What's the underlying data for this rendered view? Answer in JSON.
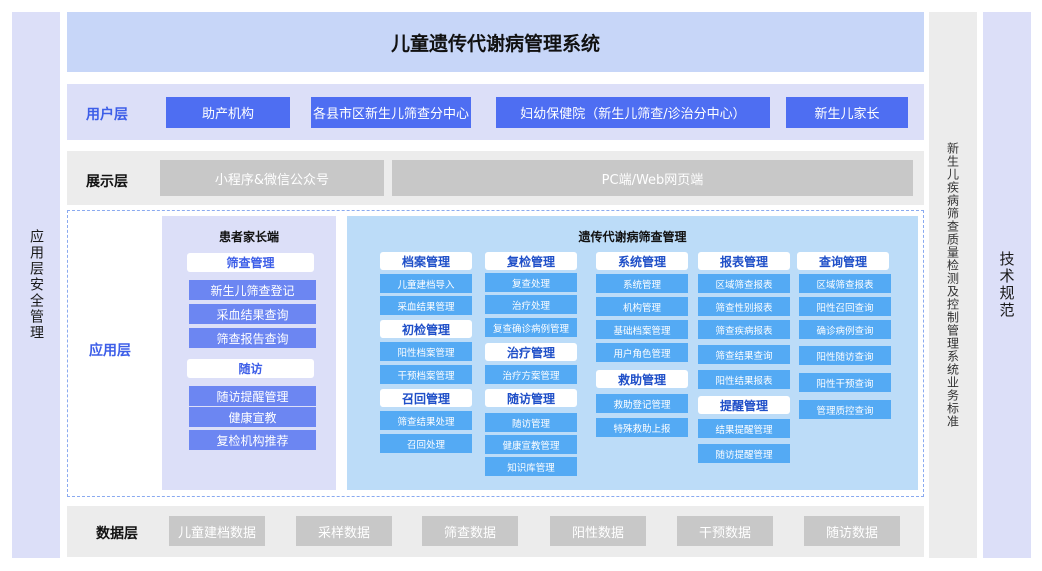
{
  "title": "儿童遗传代谢病管理系统",
  "left_side": "应用层安全管理",
  "right_side_1": "新生儿疾病筛查质量检测及控制管理系统业务标准",
  "right_side_2": "技术规范",
  "user_layer": {
    "label": "用户层",
    "items": [
      "助产机构",
      "各县市区新生儿筛查分中心",
      "妇幼保健院（新生儿筛查/诊治分中心）",
      "新生儿家长"
    ]
  },
  "display_layer": {
    "label": "展示层",
    "items": [
      "小程序&微信公众号",
      "PC端/Web网页端"
    ]
  },
  "app_layer": {
    "label": "应用层",
    "patient": {
      "title": "患者家长端",
      "groups": [
        {
          "title": "筛查管理",
          "items": [
            "新生儿筛查登记",
            "采血结果查询",
            "筛查报告查询"
          ]
        },
        {
          "title": "随访",
          "items": [
            "随访提醒管理",
            "健康宣教",
            "复检机构推荐"
          ]
        }
      ]
    },
    "genetic": {
      "title": "遗传代谢病筛查管理",
      "col1": [
        {
          "title": "档案管理",
          "items": [
            "儿童建档导入",
            "采血结果管理"
          ]
        },
        {
          "title": "初检管理",
          "items": [
            "阳性档案管理",
            "干预档案管理"
          ]
        },
        {
          "title": "召回管理",
          "items": [
            "筛查结果处理",
            "召回处理"
          ]
        }
      ],
      "col2": [
        {
          "title": "复检管理",
          "items": [
            "复查处理",
            "治疗处理",
            "复查确诊病例管理"
          ]
        },
        {
          "title": "治疗管理",
          "items": [
            "治疗方案管理"
          ]
        },
        {
          "title": "随访管理",
          "items": [
            "随访管理",
            "健康宣教管理",
            "知识库管理"
          ]
        }
      ],
      "col3": [
        {
          "title": "系统管理",
          "items": [
            "系统管理",
            "机构管理",
            "基础档案管理",
            "用户角色管理"
          ]
        },
        {
          "title": "救助管理",
          "items": [
            "救助登记管理",
            "特殊救助上报"
          ]
        }
      ],
      "col4": [
        {
          "title": "报表管理",
          "items": [
            "区域筛查报表",
            "筛查性别报表",
            "筛查疾病报表",
            "筛查结果查询",
            "阳性结果报表"
          ]
        },
        {
          "title": "提醒管理",
          "items": [
            "结果提醒管理",
            "随访提醒管理"
          ]
        }
      ],
      "col5": [
        {
          "title": "查询管理",
          "items": [
            "区域筛查报表",
            "阳性召回查询",
            "确诊病例查询",
            "阳性随访查询",
            "阳性干预查询",
            "管理质控查询"
          ]
        }
      ]
    }
  },
  "data_layer": {
    "label": "数据层",
    "items": [
      "儿童建档数据",
      "采样数据",
      "筛查数据",
      "阳性数据",
      "干预数据",
      "随访数据"
    ]
  }
}
